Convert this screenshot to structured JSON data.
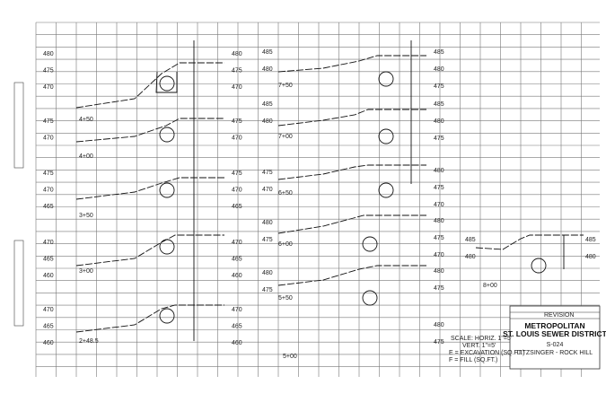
{
  "sheet": {
    "title_block": {
      "org_line1": "METROPOLITAN",
      "org_line2": "ST. LOUIS SEWER DISTRICT",
      "drawing_no": "S-024",
      "project": "LITZSINGER - ROCK HILL",
      "revision_header": "REVISION"
    },
    "notes": {
      "scale_horiz": "SCALE: HORIZ. 1\"=5'",
      "scale_vert": "VERT. 1\"=5'",
      "excavation": "E = EXCAVATION (SQ.FT.)",
      "fill": "F = FILL (SQ.FT.)"
    },
    "left_sections": [
      {
        "station": "4+50",
        "elev_left": [
          "480",
          "475",
          "470"
        ],
        "elev_right": [
          "480",
          "475",
          "470"
        ]
      },
      {
        "station": "4+00",
        "elev_left": [
          "475",
          "470"
        ],
        "elev_right": [
          "475",
          "470"
        ]
      },
      {
        "station": "3+50",
        "elev_left": [
          "475",
          "470",
          "465"
        ],
        "elev_right": [
          "475",
          "470",
          "465"
        ]
      },
      {
        "station": "3+00",
        "elev_left": [
          "470",
          "465",
          "460"
        ],
        "elev_right": [
          "470",
          "465",
          "460"
        ]
      },
      {
        "station": "2+48.5",
        "elev_left": [
          "470",
          "465",
          "460"
        ],
        "elev_right": [
          "470",
          "465",
          "460"
        ]
      }
    ],
    "right_sections": [
      {
        "station": "7+50",
        "elev_left": [
          "485",
          "480"
        ],
        "elev_right": [
          "485",
          "480",
          "475"
        ]
      },
      {
        "station": "7+00",
        "elev_left": [
          "485",
          "480"
        ],
        "elev_right": [
          "485",
          "480",
          "475"
        ]
      },
      {
        "station": "6+50",
        "elev_left": [
          "475",
          "470"
        ],
        "elev_right": [
          "480",
          "475",
          "470"
        ]
      },
      {
        "station": "6+00",
        "elev_left": [
          "480",
          "475"
        ],
        "elev_right": [
          "480",
          "475",
          "470"
        ]
      },
      {
        "station": "5+50",
        "elev_left": [
          "480",
          "475"
        ],
        "elev_right": [
          "480",
          "475"
        ]
      },
      {
        "station": "5+00",
        "elev_left": [],
        "elev_right": [
          "480",
          "475"
        ]
      }
    ],
    "far_right_section": {
      "station": "8+00",
      "elev_left": [
        "485",
        "480"
      ],
      "elev_right": [
        "485",
        "480"
      ]
    }
  }
}
